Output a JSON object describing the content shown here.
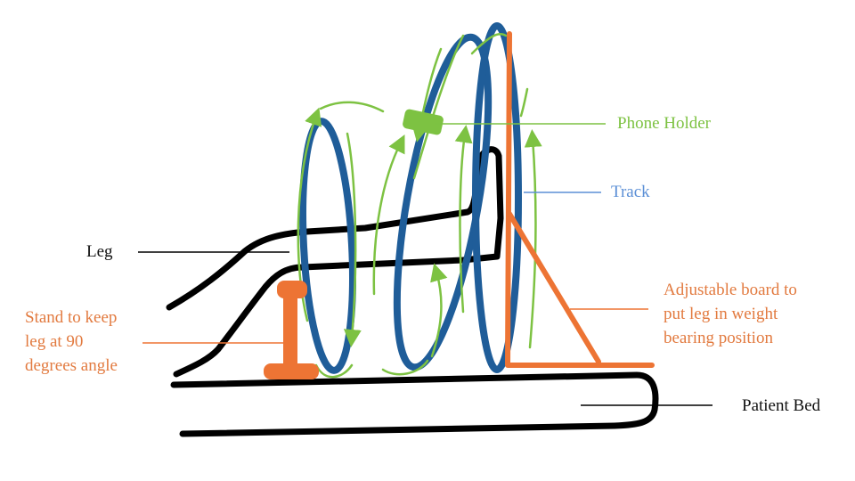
{
  "labels": {
    "phone_holder": "Phone Holder",
    "track": "Track",
    "leg": "Leg",
    "stand": [
      "Stand to keep",
      "leg at 90",
      "degrees angle"
    ],
    "board": [
      "Adjustable board to",
      "put leg in weight",
      "bearing position"
    ],
    "patient_bed": "Patient Bed"
  },
  "colors": {
    "track": "#1f5d99",
    "leg_outline": "#000000",
    "motion_arrows": "#7dc242",
    "phone_holder": "#7dc242",
    "board": "#ed7434",
    "stand": "#ed7434",
    "label_orange": "#e27a3f",
    "label_green": "#7dc242",
    "label_blue": "#5b8fd6",
    "label_black": "#111111"
  }
}
